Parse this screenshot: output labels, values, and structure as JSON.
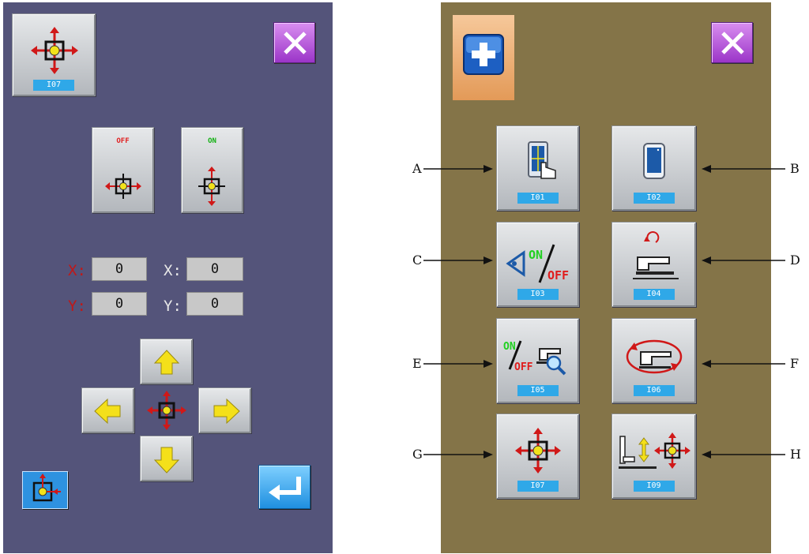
{
  "left": {
    "origin_code": "I07",
    "off_label": "OFF",
    "on_label": "ON",
    "fields": {
      "x1_label": "X:",
      "x1_value": "0",
      "x2_label": "X:",
      "x2_value": "0",
      "y1_label": "Y:",
      "y1_value": "0",
      "y2_label": "Y:",
      "y2_value": "0"
    }
  },
  "right": {
    "buttons": [
      {
        "code": "I01",
        "letter": "A"
      },
      {
        "code": "I02",
        "letter": "B"
      },
      {
        "code": "I03",
        "letter": "C",
        "on": "ON",
        "off": "OFF"
      },
      {
        "code": "I04",
        "letter": "D"
      },
      {
        "code": "I05",
        "letter": "E",
        "on": "ON",
        "off": "OFF"
      },
      {
        "code": "I06",
        "letter": "F"
      },
      {
        "code": "I07",
        "letter": "G"
      },
      {
        "code": "I09",
        "letter": "H"
      }
    ]
  },
  "colors": {
    "left_panel": "#54547a",
    "right_panel": "#847448",
    "code_badge": "#2fa8e8",
    "label_red": "#c01818",
    "close_purple": "#b45ad8"
  },
  "icons": [
    "crosshair-icon",
    "close-icon",
    "plus-icon",
    "arrow-up-icon",
    "arrow-down-icon",
    "arrow-left-icon",
    "arrow-right-icon",
    "enter-icon",
    "touch-panel-icon",
    "panel-icon",
    "sewing-machine-icon",
    "magnifier-icon",
    "presser-foot-icon"
  ]
}
